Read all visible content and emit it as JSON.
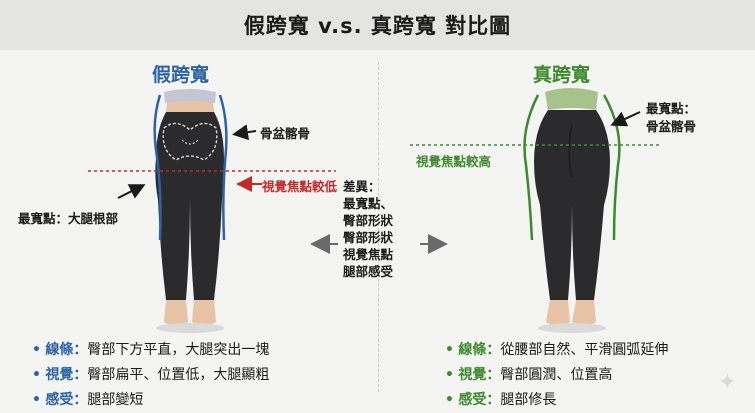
{
  "title": "假跨寬 v.s. 真跨寬 對比圖",
  "left": {
    "heading": "假跨寬",
    "label_pelvis": "骨盆髂骨",
    "label_focus": "視覺焦點較低",
    "label_widest": "最寬點：大腿根部",
    "bullets": [
      {
        "key": "線條",
        "colon": "：",
        "text": "臀部下方平直，大腿突出一塊"
      },
      {
        "key": "視覺",
        "colon": "：",
        "text": "臀部扁平、位置低，大腿顯粗"
      },
      {
        "key": "感受",
        "colon": "：",
        "text": "腿部變短"
      }
    ]
  },
  "right": {
    "heading": "真跨寬",
    "label_widest_1": "最寬點：",
    "label_widest_2": "骨盆髂骨",
    "label_focus": "視覺焦點較高",
    "bullets": [
      {
        "key": "線條",
        "colon": "：",
        "text": "從腰部自然、平滑圓弧延伸"
      },
      {
        "key": "視覺",
        "colon": "：",
        "text": "臀部圓潤、位置高"
      },
      {
        "key": "感受",
        "colon": "：",
        "text": "腿部修長"
      }
    ]
  },
  "middle": {
    "lines": [
      "差異：",
      "最寬點、",
      "臀部形狀",
      "臀部形狀",
      "視覺焦點",
      "腿部感受"
    ]
  },
  "colors": {
    "blue": "#2c63a8",
    "green": "#3c8a2e",
    "red": "#c22a2a",
    "legging": "#2b2b2d",
    "skin": "#e9c3a6",
    "top_left": "#c4c7d3",
    "top_right": "#a8c28c"
  },
  "icons": {
    "bullet": "•",
    "sparkle": "✦"
  }
}
